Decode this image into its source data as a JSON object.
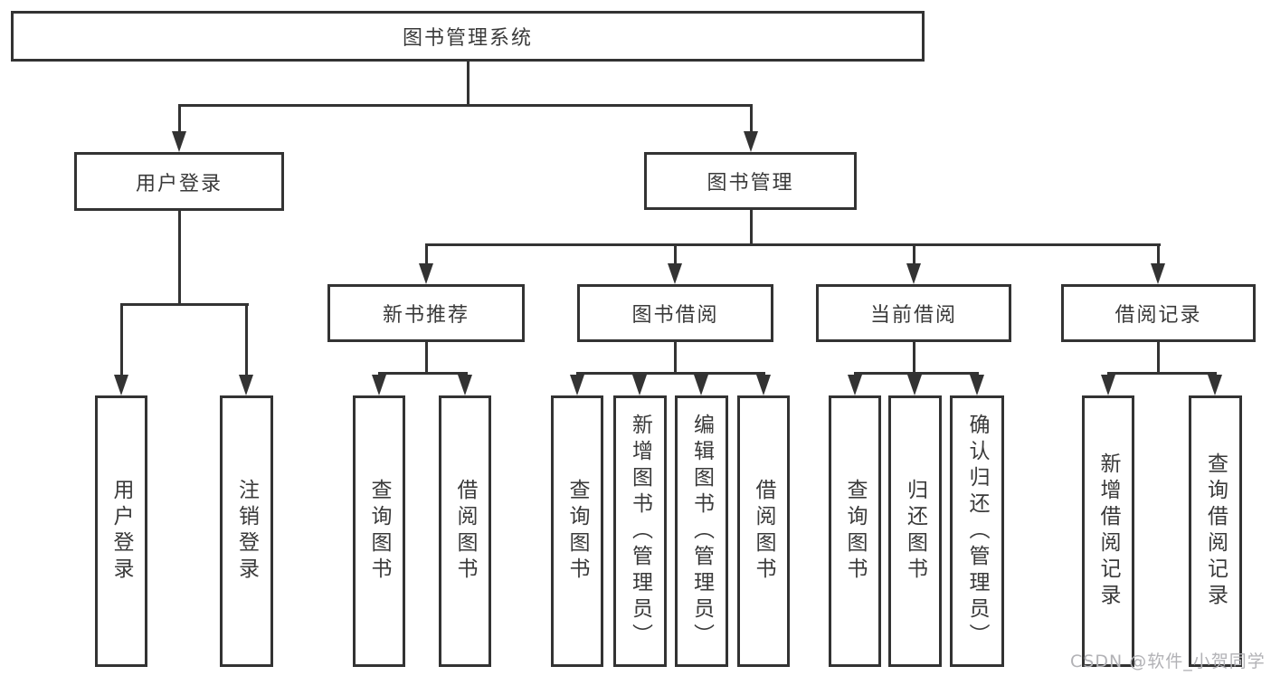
{
  "colors": {
    "line": "#333333",
    "border": "#333333",
    "text": "#3a3a3a",
    "background": "#ffffff",
    "watermark": "#b2b2b6"
  },
  "watermark": "CSDN @软件_小贺同学",
  "tree": {
    "root": {
      "label": "图书管理系统",
      "children": [
        {
          "label": "用户登录",
          "children": [
            {
              "label": "用户登录"
            },
            {
              "label": "注销登录"
            }
          ]
        },
        {
          "label": "图书管理",
          "children": [
            {
              "label": "新书推荐",
              "children": [
                {
                  "label": "查询图书"
                },
                {
                  "label": "借阅图书"
                }
              ]
            },
            {
              "label": "图书借阅",
              "children": [
                {
                  "label": "查询图书"
                },
                {
                  "label": "新增图书（管理员）"
                },
                {
                  "label": "编辑图书（管理员）"
                },
                {
                  "label": "借阅图书"
                }
              ]
            },
            {
              "label": "当前借阅",
              "children": [
                {
                  "label": "查询图书"
                },
                {
                  "label": "归还图书"
                },
                {
                  "label": "确认归还（管理员）"
                }
              ]
            },
            {
              "label": "借阅记录",
              "children": [
                {
                  "label": "新增借阅记录"
                },
                {
                  "label": "查询借阅记录"
                }
              ]
            }
          ]
        }
      ]
    }
  }
}
